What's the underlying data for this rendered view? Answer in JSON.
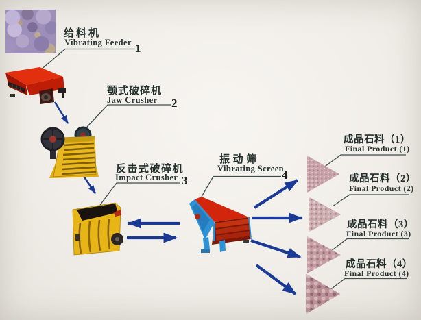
{
  "diagram": {
    "stages": [
      {
        "zh": "给料机",
        "en": "Vibrating Feeder",
        "num": "1"
      },
      {
        "zh": "颚式破碎机",
        "en": "Jaw Crusher",
        "num": "2"
      },
      {
        "zh": "反击式破碎机",
        "en": "Impact Crusher",
        "num": "3"
      },
      {
        "zh": "振动筛",
        "en": "Vibrating Screen",
        "num": "4"
      }
    ],
    "products": [
      {
        "zh": "成品石料（1）",
        "en": "Final Product (1)"
      },
      {
        "zh": "成品石料（2）",
        "en": "Final Product (2)"
      },
      {
        "zh": "成品石料（3）",
        "en": "Final Product (3)"
      },
      {
        "zh": "成品石料（4）",
        "en": "Final Product (4)"
      }
    ],
    "flow": [
      {
        "from": "vibrating-feeder",
        "to": "jaw-crusher"
      },
      {
        "from": "jaw-crusher",
        "to": "impact-crusher"
      },
      {
        "from": "impact-crusher",
        "to": "vibrating-screen",
        "bidirectional": true
      },
      {
        "from": "vibrating-screen",
        "to": "final-product-1"
      },
      {
        "from": "vibrating-screen",
        "to": "final-product-2"
      },
      {
        "from": "vibrating-screen",
        "to": "final-product-3"
      },
      {
        "from": "vibrating-screen",
        "to": "final-product-4"
      }
    ],
    "illustrations": {
      "raw_stone_photo": "raw-stone-photo",
      "vibrating_feeder": "vibrating-feeder-machine",
      "jaw_crusher": "jaw-crusher-machine",
      "impact_crusher": "impact-crusher-machine",
      "vibrating_screen": "vibrating-screen-machine",
      "product_pile": "crushed-stone-pile"
    },
    "colors": {
      "arrow": "#1a3a96",
      "leader_line": "#3e4e4a",
      "feeder_red": "#df2b0e",
      "crusher_yellow": "#e9b81e",
      "screen_blue": "#2e93d6",
      "screen_red": "#d2260c",
      "pile_pink": "#c7a2a9",
      "text": "#222e2a",
      "background": "#f1eee9"
    }
  }
}
